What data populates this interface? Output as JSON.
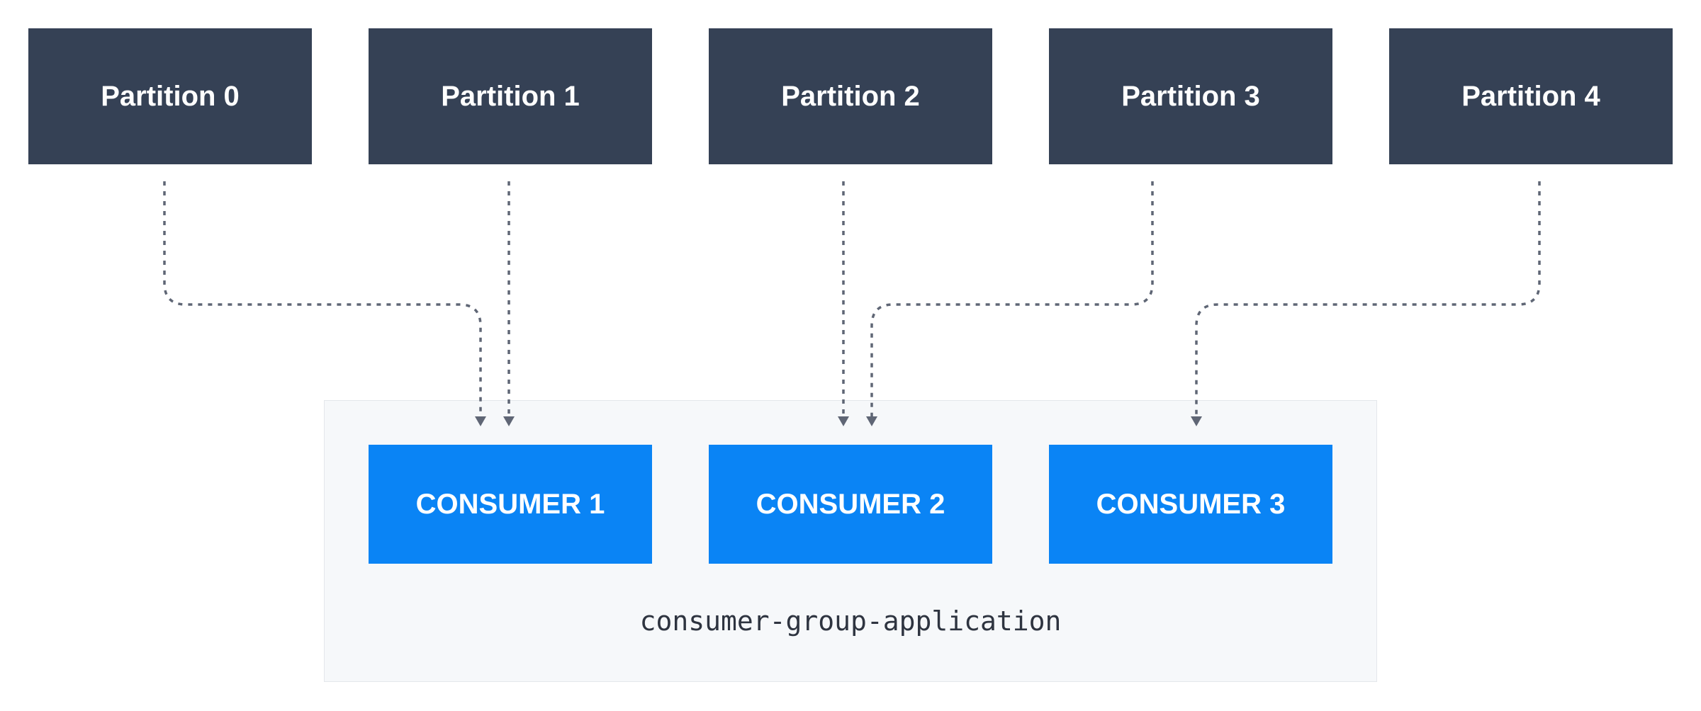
{
  "partitions": [
    {
      "label": "Partition 0"
    },
    {
      "label": "Partition 1"
    },
    {
      "label": "Partition 2"
    },
    {
      "label": "Partition 3"
    },
    {
      "label": "Partition 4"
    }
  ],
  "consumers": [
    {
      "label": "CONSUMER 1"
    },
    {
      "label": "CONSUMER 2"
    },
    {
      "label": "CONSUMER 3"
    }
  ],
  "group": {
    "label": "consumer-group-application"
  },
  "assignments": [
    {
      "partition": "Partition 0",
      "consumer": "CONSUMER 1"
    },
    {
      "partition": "Partition 1",
      "consumer": "CONSUMER 1"
    },
    {
      "partition": "Partition 2",
      "consumer": "CONSUMER 2"
    },
    {
      "partition": "Partition 3",
      "consumer": "CONSUMER 2"
    },
    {
      "partition": "Partition 4",
      "consumer": "CONSUMER 3"
    }
  ],
  "colors": {
    "partition_bg": "#354155",
    "consumer_bg": "#0a84f5",
    "group_bg": "#f6f8fa",
    "connector": "#5f6675"
  }
}
